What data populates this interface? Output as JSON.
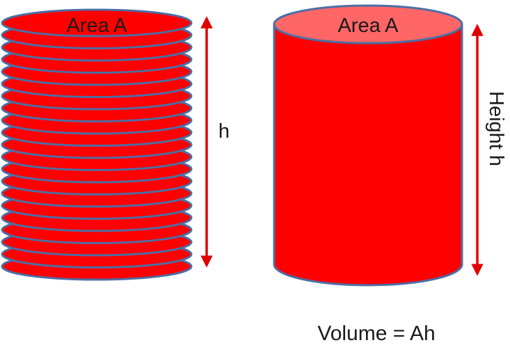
{
  "left_cylinder": {
    "top_label": "Area A",
    "height_label": "h",
    "slice_count": 21
  },
  "right_cylinder": {
    "top_label": "Area A",
    "height_label": "Height  h"
  },
  "formula": "Volume = Ah",
  "colors": {
    "fill": "#ff0000",
    "top_fill_right": "#ff6666",
    "outline": "#4a6fa5",
    "arrow": "#e00000"
  }
}
